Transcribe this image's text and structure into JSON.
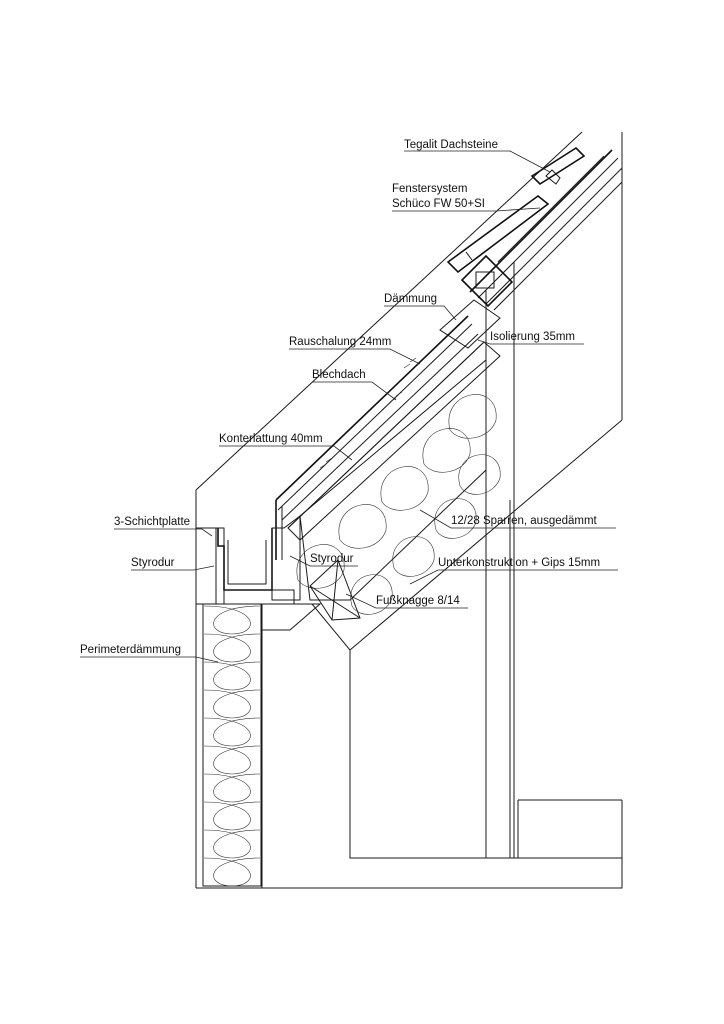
{
  "labels": {
    "tegalit": "Tegalit Dachsteine",
    "fenster_line1": "Fenstersystem",
    "fenster_line2": "Schüco FW 50+SI",
    "daemmung": "Dämmung",
    "rauschalung": "Rauschalung 24mm",
    "isolierung": "Isolierung 35mm",
    "blechdach": "Blechdach",
    "konterlattung": "Konterlattung 40mm",
    "schichtplatte": "3-Schichtplatte",
    "sparren": "12/28 Sparren, ausgedämmt",
    "styrodur_left": "Styrodur",
    "styrodur_right": "Styrodur",
    "unterkonstruktion": "Unterkonstruktion + Gips 15mm",
    "fussknagge": "Fußknagge 8/14",
    "perimeter": "Perimeterdämmung"
  }
}
